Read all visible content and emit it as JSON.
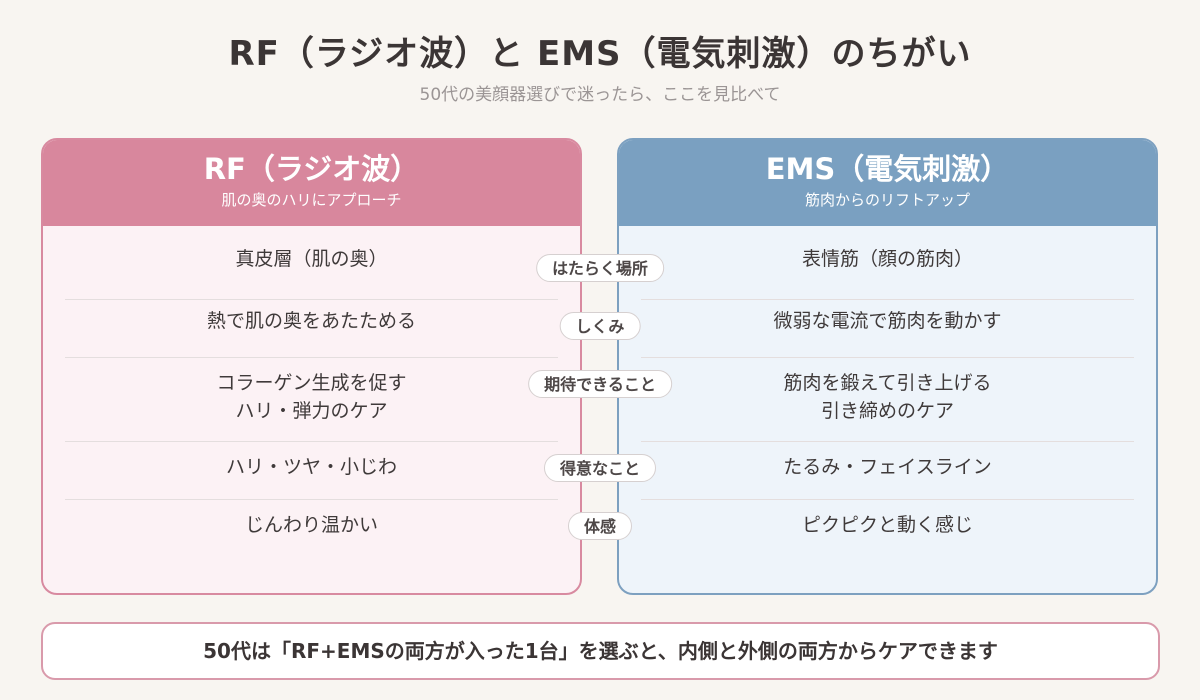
{
  "title": "RF（ラジオ波）と EMS（電気刺激）のちがい",
  "subtitle": "50代の美顔器選びで迷ったら、ここを見比べて",
  "rf": {
    "heading": "RF（ラジオ波）",
    "tagline": "肌の奥のハリにアプローチ",
    "rows": [
      "真皮層（肌の奥）",
      "熱で肌の奥をあたためる",
      "コラーゲン生成を促す\nハリ・弾力のケア",
      "ハリ・ツヤ・小じわ",
      "じんわり温かい"
    ]
  },
  "ems": {
    "heading": "EMS（電気刺激）",
    "tagline": "筋肉からのリフトアップ",
    "rows": [
      "表情筋（顔の筋肉）",
      "微弱な電流で筋肉を動かす",
      "筋肉を鍛えて引き上げる\n引き締めのケア",
      "たるみ・フェイスライン",
      "ピクピクと動く感じ"
    ]
  },
  "criteria": [
    "はたらく場所",
    "しくみ",
    "期待できること",
    "得意なこと",
    "体感"
  ],
  "footer": "50代は「RF+EMSの両方が入った1台」を選ぶと、内側と外側の両方からケアできます",
  "colors": {
    "rf_header": "#d8879d",
    "rf_body": "#fcf2f5",
    "ems_header": "#7aa0c1",
    "ems_body": "#eef4fa",
    "footer_border": "#d99aab"
  }
}
